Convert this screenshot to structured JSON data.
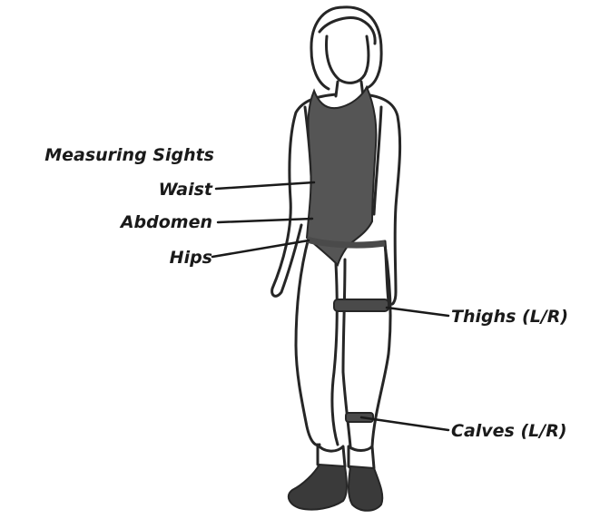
{
  "diagram": {
    "title": "Measuring Sights",
    "labels": {
      "waist": "Waist",
      "abdomen": "Abdomen",
      "hips": "Hips",
      "thighs": "Thighs (L/R)",
      "calves": "Calves (L/R)"
    }
  },
  "colors": {
    "outline": "#262626",
    "swimsuit": "#555555",
    "band": "#4a4a4a",
    "text": "#1a1a1a"
  }
}
